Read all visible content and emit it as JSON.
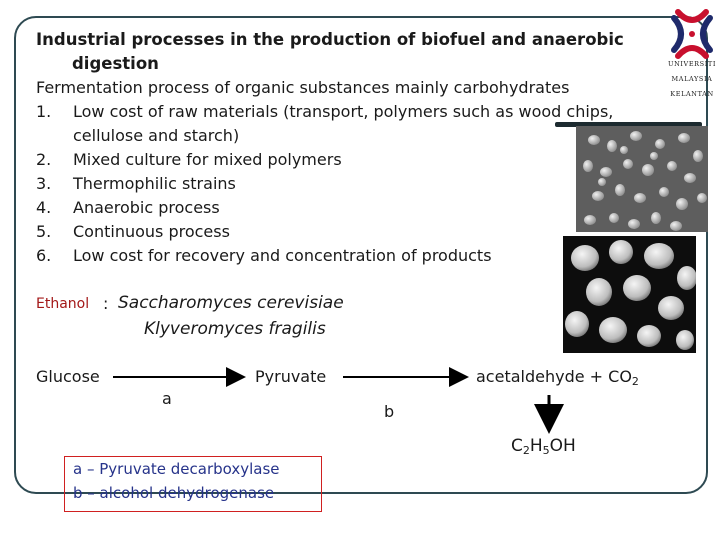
{
  "title": {
    "line1": "Industrial processes in the production of biofuel and anaerobic",
    "line2": "digestion"
  },
  "subtitle": "Fermentation process of organic substances mainly carbohydrates",
  "requirements": [
    {
      "num": "1.",
      "text": "Low cost of raw materials (transport, polymers such as wood chips,",
      "cont": "cellulose and starch)"
    },
    {
      "num": "2.",
      "text": "Mixed culture for mixed polymers"
    },
    {
      "num": "3.",
      "text": "Thermophilic strains"
    },
    {
      "num": "4.",
      "text": "Anaerobic process"
    },
    {
      "num": "5.",
      "text": "Continuous process"
    },
    {
      "num": "6.",
      "text": "Low cost for recovery and concentration of products"
    }
  ],
  "ethanol": {
    "label": "Ethanol",
    "colon": ":",
    "organism1": "Saccharomyces cerevisiae",
    "organism2": "Klyveromyces fragilis"
  },
  "pathway": {
    "glucose": "Glucose",
    "pyruvate": "Pyruvate",
    "acetaldehyde": "acetaldehyde + CO",
    "acetaldehyde_sub": "2",
    "step_a": "a",
    "step_b": "b",
    "ethanol_parts": [
      "C",
      "2",
      "H",
      "5",
      "OH"
    ]
  },
  "legend": {
    "a": "a – Pyruvate decarboxylase",
    "b": "b – alcohol dehydrogenase"
  },
  "logo": {
    "line1": "UNIVERSITI",
    "line2": "MALAYSIA",
    "line3": "KELANTAN",
    "colors": {
      "red": "#c8102e",
      "navy": "#1f2a6b"
    }
  },
  "colors": {
    "frame": "#2e4a52",
    "ethanol_label": "#a31818",
    "legend_border": "#d02020",
    "legend_text": "#26338a"
  }
}
